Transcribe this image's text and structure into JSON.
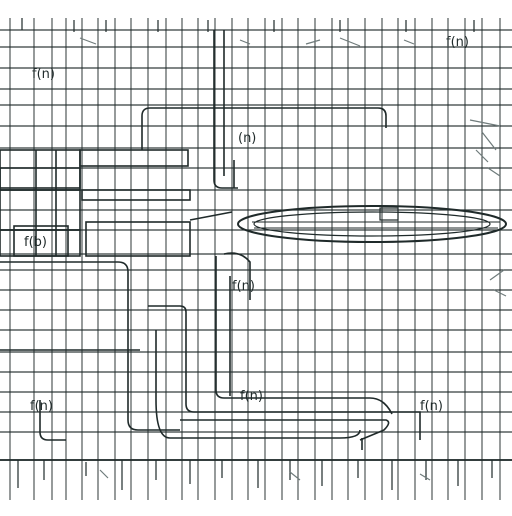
{
  "title": "",
  "colors": {
    "ink": "#1f2a2a",
    "ink_light": "#6f7b7b",
    "paper": "#ffffff",
    "accent_teal": "#2b5c5c"
  },
  "labels": {
    "top_left": "f(n)",
    "mid_box": "(n)",
    "left_cell": "f(b)",
    "center_small": "f(n)",
    "bottom_left": "f(n)",
    "bottom_center": "f(n)",
    "bottom_right": "f(n)",
    "right_box": "f(n)"
  }
}
